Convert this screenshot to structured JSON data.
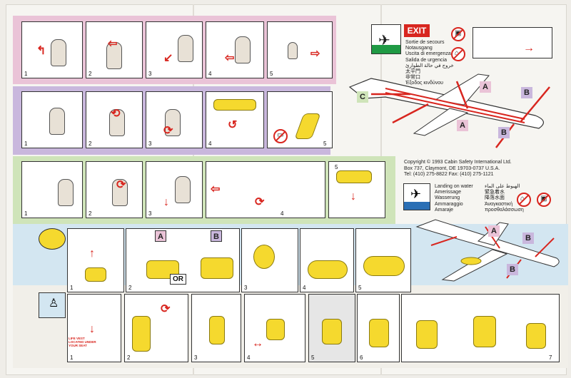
{
  "exit": {
    "sign_label": "EXIT",
    "translations": [
      "Sortie de secours",
      "Notausgang",
      "Uscita di emergenza",
      "Salida de urgencia",
      "خروج في حالة الطوارئ",
      "太平門",
      "非常口",
      "Έξοδος κινδύνου"
    ]
  },
  "sections": {
    "a_label": "A",
    "b_label": "B",
    "c_label": "C",
    "panel_a_small_label": "A",
    "panel_b_small_label": "B",
    "or_label": "OR",
    "lifevest_note": "LIFE VEST LOCATED UNDER YOUR SEAT"
  },
  "panel_numbers": {
    "a": [
      "1",
      "2",
      "3",
      "4",
      "5"
    ],
    "b": [
      "1",
      "2",
      "3",
      "4",
      "5"
    ],
    "c": [
      "1",
      "2",
      "3",
      "4",
      "5"
    ],
    "water": [
      "1",
      "2",
      "3",
      "4",
      "5"
    ],
    "vest": [
      "1",
      "2",
      "3",
      "4",
      "5",
      "6",
      "7"
    ]
  },
  "plane_tags": {
    "top": [
      "A",
      "B"
    ],
    "left": "C",
    "bottom": [
      "A",
      "B"
    ],
    "water_plane": [
      "A",
      "B",
      "B"
    ]
  },
  "copyright": {
    "line1": "Copyright © 1993 Cabin Safety International Ltd.",
    "line2": "Box 737, Claymont, DE 19703-0737 U.S.A.",
    "line3": "Tel: (410) 275-8822    Fax: (410) 275-1121"
  },
  "landing_on_water": {
    "translations": [
      "Landing on water",
      "Amerissage",
      "Wasserung",
      "Ammaraggio",
      "Amaraje",
      "الهبوط على الماء",
      "緊急着水",
      "降落水面",
      "Άναγκαστική",
      "προσθαλάσσωση"
    ]
  },
  "colors": {
    "pink_band": "#eac3d7",
    "purple_band": "#c9b7dd",
    "green_band": "#cfe4b9",
    "water_band": "#d3e6f1",
    "exit_red": "#d8261f",
    "exit_green": "#1f9a44",
    "vest_yellow": "#f5d92e"
  }
}
